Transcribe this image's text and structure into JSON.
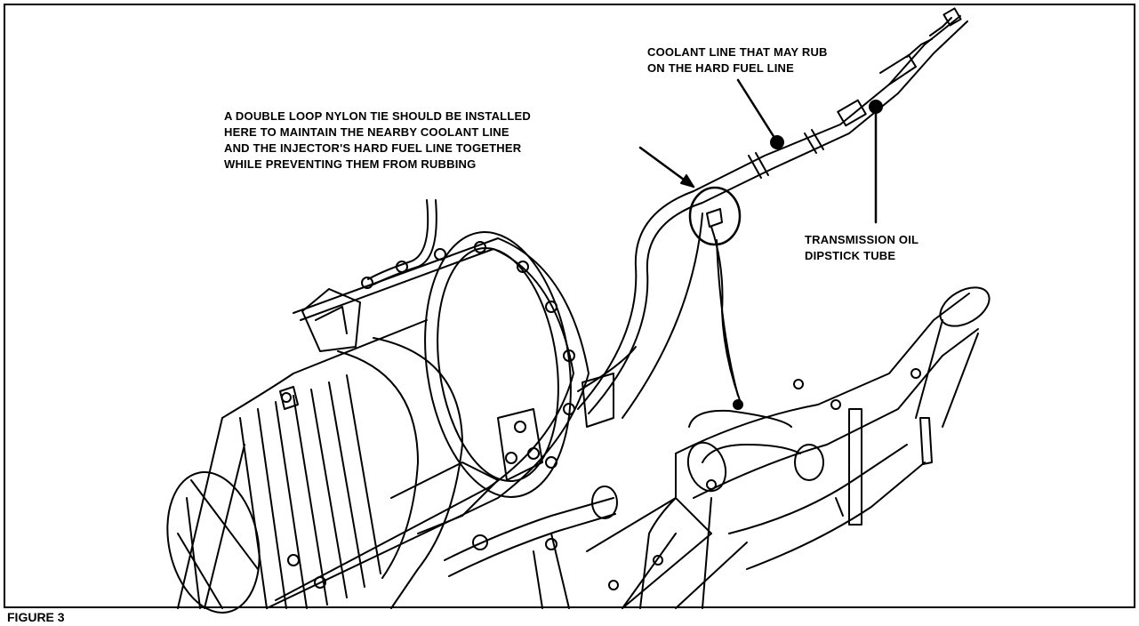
{
  "figure": {
    "label": "FIGURE 3"
  },
  "callouts": {
    "coolant_line": "COOLANT LINE THAT MAY RUB\nON THE HARD FUEL LINE",
    "nylon_tie": "A DOUBLE LOOP NYLON TIE SHOULD BE INSTALLED\nHERE TO MAINTAIN THE NEARBY COOLANT LINE\nAND THE INJECTOR'S HARD FUEL LINE TOGETHER\nWHILE PREVENTING THEM FROM RUBBING",
    "dipstick_tube": "TRANSMISSION OIL\nDIPSTICK TUBE"
  },
  "colors": {
    "ink": "#000000",
    "paper": "#ffffff"
  }
}
